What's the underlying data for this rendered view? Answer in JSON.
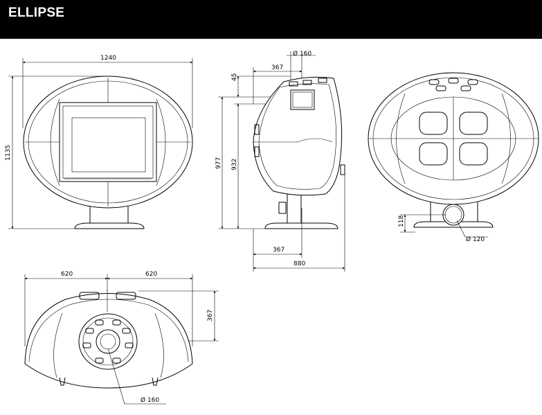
{
  "title": "ELLIPSE",
  "dimensions": {
    "front_width": "1240",
    "front_height": "1135",
    "side_top_offset": "45",
    "side_flue_offset": "367",
    "side_flue_diameter": "Ø 160",
    "side_height_977": "977",
    "side_height_932": "932",
    "side_bottom_offset": "367",
    "side_depth": "880",
    "rear_outlet_height": "118",
    "rear_outlet_diameter": "Ø 120",
    "top_half_left": "620",
    "top_half_right": "620",
    "top_depth_offset": "367",
    "top_flue_diameter": "Ø 160"
  }
}
